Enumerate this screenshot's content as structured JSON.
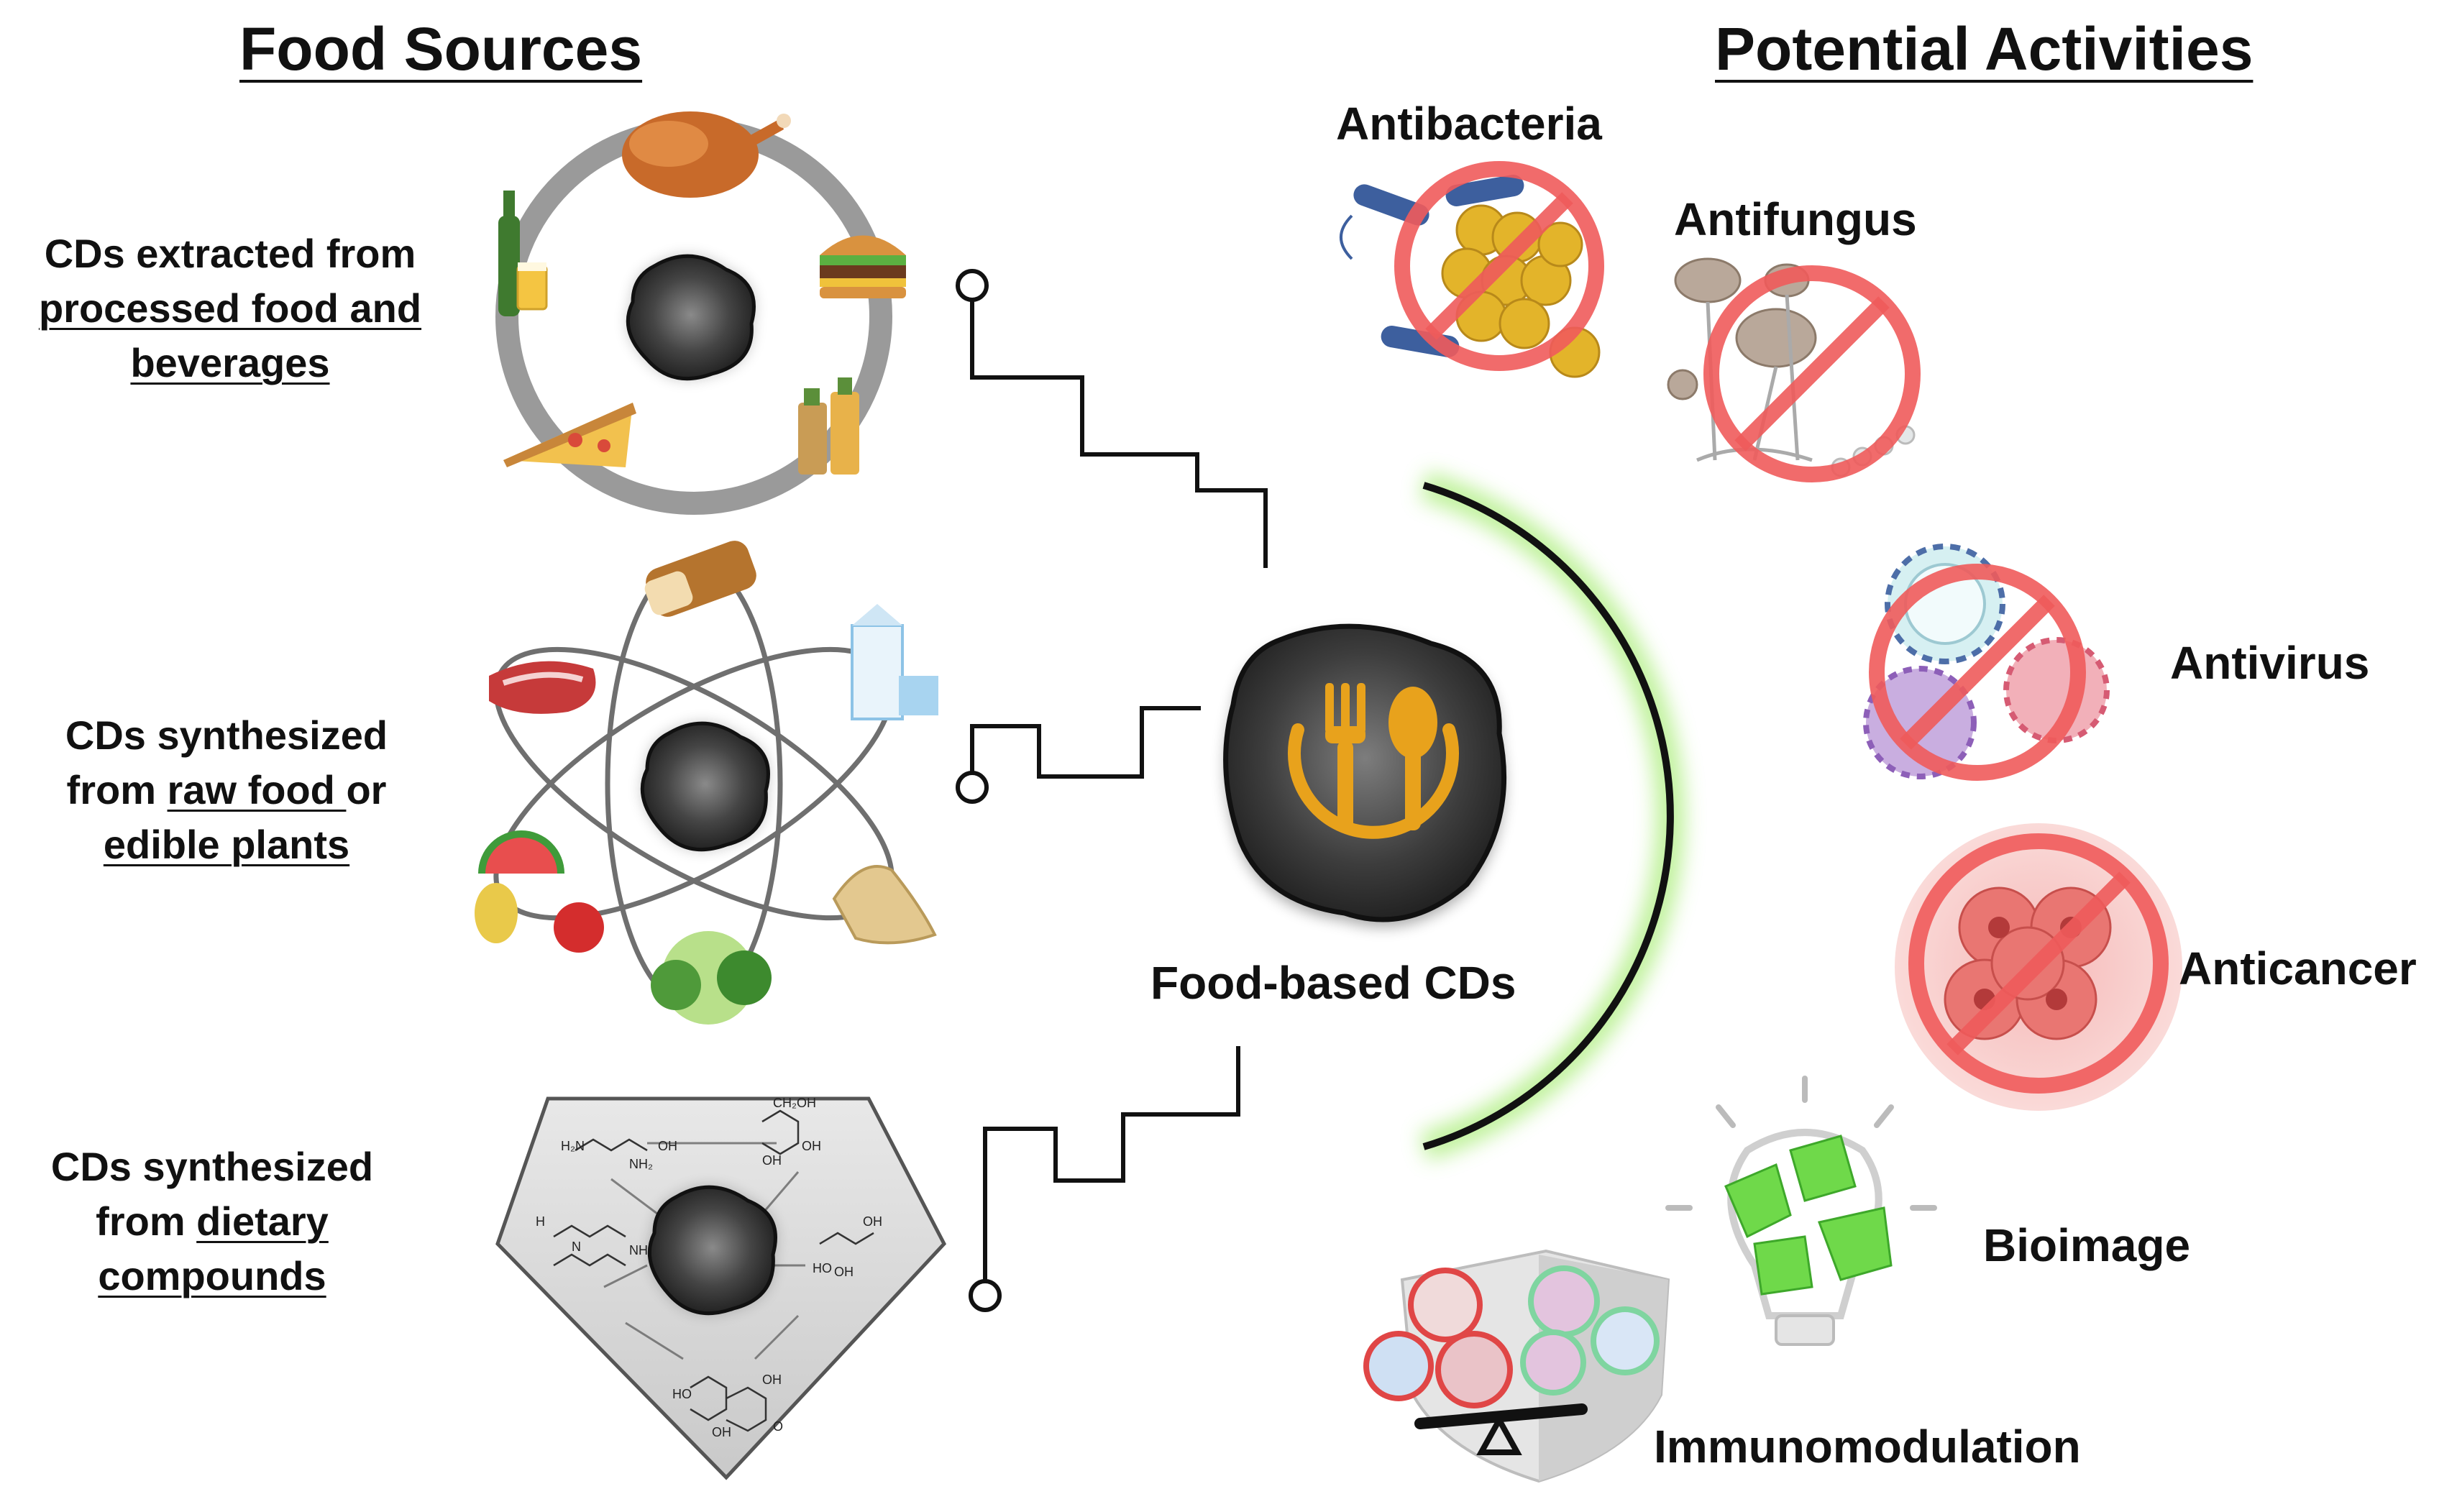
{
  "headings": {
    "left": "Food Sources",
    "right": "Potential Activities"
  },
  "sources": [
    {
      "lines": [
        [
          {
            "t": "CDs extracted from",
            "u": false
          }
        ],
        [
          {
            "t": "processed food and",
            "u": true
          }
        ],
        [
          {
            "t": "beverages",
            "u": true
          }
        ]
      ]
    },
    {
      "lines": [
        [
          {
            "t": "CDs synthesized",
            "u": false
          }
        ],
        [
          {
            "t": "from ",
            "u": false
          },
          {
            "t": "raw food ",
            "u": true
          },
          {
            "t": "or",
            "u": false
          }
        ],
        [
          {
            "t": "edible plants",
            "u": true
          }
        ]
      ]
    },
    {
      "lines": [
        [
          {
            "t": "CDs synthesized",
            "u": false
          }
        ],
        [
          {
            "t": "from ",
            "u": false
          },
          {
            "t": "dietary",
            "u": true
          }
        ],
        [
          {
            "t": "compounds",
            "u": true
          }
        ]
      ]
    }
  ],
  "center": {
    "label": "Food-based CDs"
  },
  "activities": {
    "antibacteria": "Antibacteria",
    "antifungus": "Antifungus",
    "antivirus": "Antivirus",
    "anticancer": "Anticancer",
    "bioimage": "Bioimage",
    "immunomodulation": "Immunomodulation"
  },
  "compounds": {
    "amine_top": "H₂N",
    "nh2": "NH₂",
    "oh": "OH",
    "ch2oh": "CH₂OH",
    "h": "H",
    "n": "N",
    "o": "O",
    "ho": "HO"
  },
  "colors": {
    "accent_orange": "#E8A21C",
    "cd_dark": "#3a3a3a",
    "prohibit_red": "#ef5b5b",
    "glow_green": "#9be86a",
    "cell_green": "#6fd94a"
  }
}
